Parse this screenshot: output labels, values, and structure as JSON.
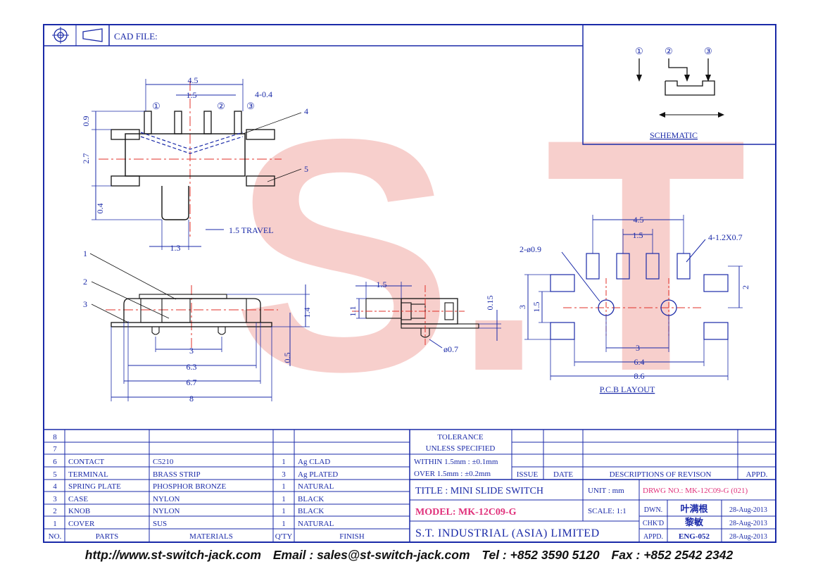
{
  "header": {
    "cad_label": "CAD FILE:"
  },
  "watermark": {
    "text": "S.T",
    "color": "#f2a8a4"
  },
  "colors": {
    "ink": "#1a2aa8",
    "outline": "#111111",
    "center": "#e0302a"
  },
  "side_view": {
    "dims": {
      "overall": "4.5",
      "pitch": "1.5",
      "pins": "4-0.4",
      "pin_height": "0.9",
      "body_height": "2.7",
      "knob_ext": "0.4",
      "knob_width": "1.3",
      "travel": "1.5 TRAVEL"
    },
    "circ": {
      "c1": "①",
      "c2": "②",
      "c3": "③"
    },
    "callouts": {
      "c4": "4",
      "c5": "5"
    }
  },
  "front_view": {
    "dims": {
      "d3": "3",
      "d63": "6.3",
      "d67": "6.7",
      "d8": "8",
      "d14": "1.4",
      "d05": "0.5"
    },
    "callouts": {
      "c1": "1",
      "c2": "2",
      "c3": "3"
    }
  },
  "end_view": {
    "dims": {
      "d15": "1.5",
      "d11": "1.1",
      "d015": "0.15",
      "d07": "ø0.7"
    }
  },
  "pcb": {
    "title": "P.C.B LAYOUT",
    "dims": {
      "d45": "4.5",
      "d15": "1.5",
      "pads": "4-1.2X0.7",
      "holes": "2-ø0.9",
      "d2": "2",
      "d3v": "3",
      "d15v": "1.5",
      "d3": "3",
      "d64": "6.4",
      "d86": "8.6"
    }
  },
  "schematic": {
    "title": "SCHEMATIC",
    "c1": "①",
    "c2": "②",
    "c3": "③"
  },
  "bom": {
    "rows": [
      {
        "no": "8",
        "part": "",
        "material": "",
        "qty": "",
        "finish": ""
      },
      {
        "no": "7",
        "part": "",
        "material": "",
        "qty": "",
        "finish": ""
      },
      {
        "no": "6",
        "part": "CONTACT",
        "material": "C5210",
        "qty": "1",
        "finish": "Ag CLAD"
      },
      {
        "no": "5",
        "part": "TERMINAL",
        "material": "BRASS STRIP",
        "qty": "3",
        "finish": "Ag PLATED"
      },
      {
        "no": "4",
        "part": "SPRING PLATE",
        "material": "PHOSPHOR BRONZE",
        "qty": "1",
        "finish": "NATURAL"
      },
      {
        "no": "3",
        "part": "CASE",
        "material": "NYLON",
        "qty": "1",
        "finish": "BLACK"
      },
      {
        "no": "2",
        "part": "KNOB",
        "material": "NYLON",
        "qty": "1",
        "finish": "BLACK"
      },
      {
        "no": "1",
        "part": "COVER",
        "material": "SUS",
        "qty": "1",
        "finish": "NATURAL"
      }
    ],
    "headers": {
      "no": "NO.",
      "part": "PARTS",
      "material": "MATERIALS",
      "qty": "Q'TY",
      "finish": "FINISH"
    }
  },
  "tolerance": {
    "title": "TOLERANCE",
    "subtitle": "UNLESS   SPECIFIED",
    "within": "WITHIN  1.5mm : ±0.1mm",
    "over": "OVER   1.5mm : ±0.2mm"
  },
  "revision": {
    "issue": "ISSUE",
    "date": "DATE",
    "desc": "DESCRIPTIONS  OF  REVISON",
    "appd": "APPD."
  },
  "title_block": {
    "title": "TITLE : MINI SLIDE SWITCH",
    "unit_label": "UNIT :   mm",
    "drwg_no": "DRWG NO.: MK-12C09-G (021)",
    "model": "MODEL: MK-12C09-G",
    "scale": "SCALE:  1:1",
    "company": "S.T.  INDUSTRIAL  (ASIA)  LIMITED",
    "dwn": "DWN.",
    "dwn_name": "叶满根",
    "dwn_date": "28-Aug-2013",
    "chkd": "CHK'D",
    "chkd_name": "黎敏",
    "chkd_date": "28-Aug-2013",
    "appd": "APPD.",
    "appd_name": "ENG-052",
    "appd_date": "28-Aug-2013"
  },
  "footer": {
    "web": "http://www.st-switch-jack.com",
    "email": "Email : sales@st-switch-jack.com",
    "tel": "Tel : +852 3590 5120",
    "fax": "Fax : +852 2542 2342"
  }
}
